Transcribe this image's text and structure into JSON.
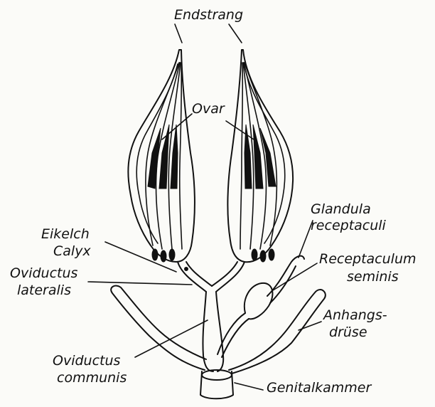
{
  "labels": {
    "endstrang": "Endstrang",
    "ovar": "Ovar",
    "glandula_1": "Glandula",
    "glandula_2": "receptaculi",
    "eikelch": "Eikelch",
    "calyx": "Calyx",
    "receptaculum_1": "Receptaculum",
    "receptaculum_2": "seminis",
    "oviductus_lat_1": "Oviductus",
    "oviductus_lat_2": "lateralis",
    "anhangs_1": "Anhangs-",
    "anhangs_2": "drüse",
    "oviductus_com_1": "Oviductus",
    "oviductus_com_2": "communis",
    "genitalkammer": "Genitalkammer"
  }
}
